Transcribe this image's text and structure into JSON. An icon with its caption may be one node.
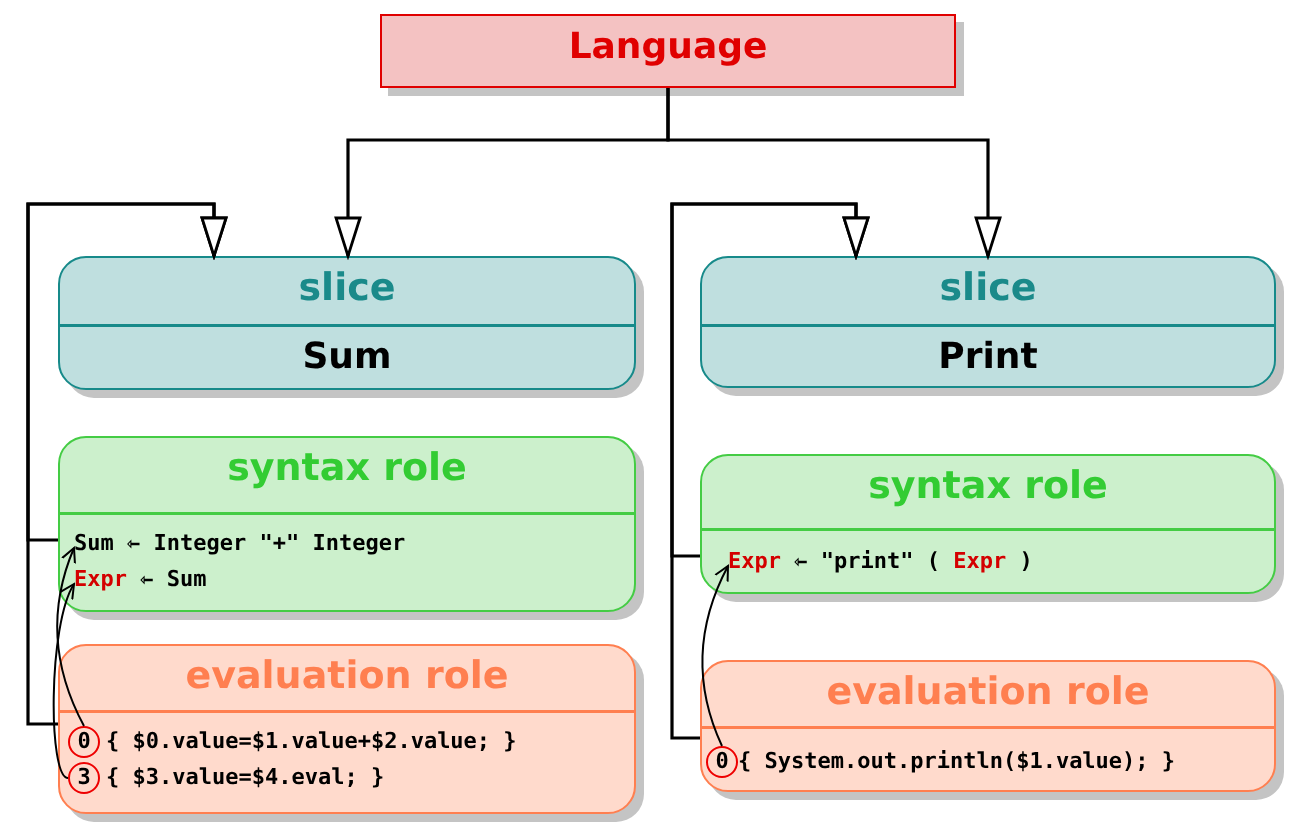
{
  "diagram": {
    "nodes": [
      {
        "text": [
          "Language"
        ]
      },
      {
        "text": [
          "slice",
          "Sum"
        ]
      },
      {
        "text": [
          "syntax role"
        ]
      },
      {
        "text": [
          "Sum ⇽ Integer \"+\" Integer"
        ],
        "in": 2
      },
      {
        "text": [
          "*Expr* ⇽ Sum"
        ],
        "in": 2
      },
      {
        "text": [
          "evaluation role"
        ]
      },
      {
        "text": [
          "0"
        ],
        "in": 5,
        "beside": [
          "{ $0.value=$1.value+$2.value; }"
        ]
      },
      {
        "text": [
          "3"
        ],
        "in": 5,
        "beside": [
          "{ $3.value=$4.eval; }"
        ]
      },
      {
        "text": [
          "slice",
          "Print"
        ]
      },
      {
        "text": [
          "syntax role"
        ]
      },
      {
        "text": [
          "*Expr* ⇽ \"print\" ( *Expr* )"
        ],
        "in": 9
      },
      {
        "text": [
          "evaluation role"
        ]
      },
      {
        "text": [
          "0"
        ],
        "in": 11,
        "beside": [
          "{ System.out.println($1.value); }"
        ]
      }
    ],
    "edges": [
      {
        "from": 0,
        "to": 1,
        "arrow": "to"
      },
      {
        "from": 0,
        "to": 8,
        "arrow": "to"
      },
      {
        "from": 2,
        "to": 1,
        "arrow": "to"
      },
      {
        "from": 5,
        "to": 1,
        "arrow": "to"
      },
      {
        "from": 9,
        "to": 8,
        "arrow": "to"
      },
      {
        "from": 11,
        "to": 8,
        "arrow": "to"
      },
      {
        "from": 6,
        "to": 3,
        "arrow": "to"
      },
      {
        "from": 7,
        "to": 4,
        "arrow": "to"
      },
      {
        "from": 12,
        "to": 10,
        "arrow": "to"
      }
    ]
  }
}
